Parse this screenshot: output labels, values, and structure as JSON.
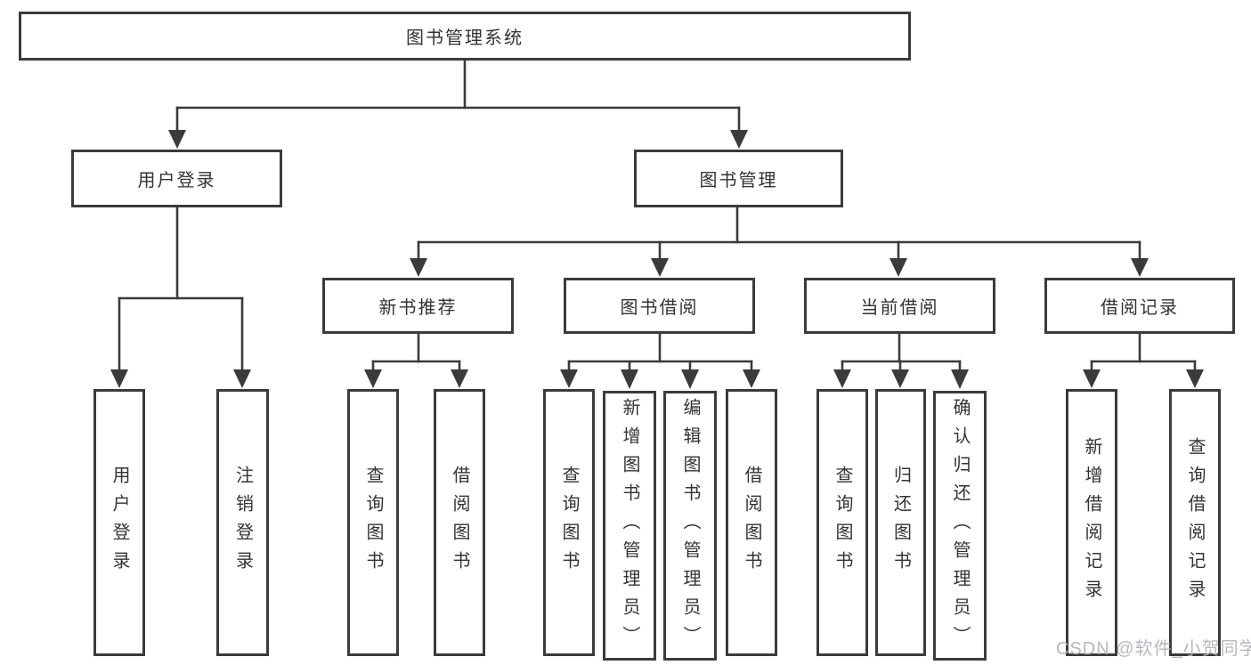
{
  "diagram": {
    "root": "图书管理系统",
    "level2": {
      "user_login": "用户登录",
      "book_management": "图书管理"
    },
    "level3": {
      "new_book_rec": "新书推荐",
      "book_borrowing": "图书借阅",
      "current_borrowing": "当前借阅",
      "borrowing_records": "借阅记录"
    },
    "leaves": {
      "user_login": [
        "用户登录",
        "注销登录"
      ],
      "new_book_rec": [
        "查询图书",
        "借阅图书"
      ],
      "book_borrowing": [
        "查询图书",
        "新增图书（管理员）",
        "编辑图书（管理员）",
        "借阅图书"
      ],
      "current_borrowing": [
        "查询图书",
        "归还图书",
        "确认归还（管理员）"
      ],
      "borrowing_records": [
        "新增借阅记录",
        "查询借阅记录"
      ]
    }
  },
  "watermark": {
    "text": "CSDN @软件_小贺同学"
  },
  "colors": {
    "line": "#3b3b3b",
    "box_border": "#3b3b3b",
    "text": "#333333",
    "background": "#ffffff",
    "watermark": "#b2b5bb"
  }
}
